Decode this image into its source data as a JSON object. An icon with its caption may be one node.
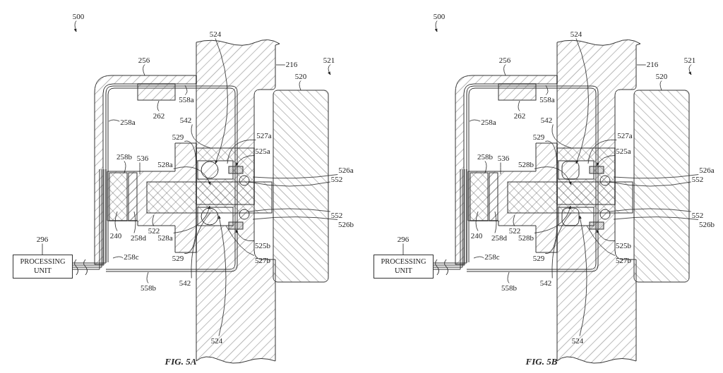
{
  "diagram": {
    "nodes": [
      {
        "text": [
          "500"
        ]
      },
      {
        "text": [
          "524"
        ]
      },
      {
        "text": [
          "256"
        ]
      },
      {
        "text": [
          "216"
        ]
      },
      {
        "text": [
          "521"
        ]
      },
      {
        "text": [
          "520"
        ]
      },
      {
        "text": [
          "558a"
        ]
      },
      {
        "text": [
          "262"
        ]
      },
      {
        "text": [
          "258a"
        ]
      },
      {
        "text": [
          "542"
        ]
      },
      {
        "text": [
          "529"
        ]
      },
      {
        "text": [
          "527a"
        ]
      },
      {
        "text": [
          "525a"
        ]
      },
      {
        "text": [
          "258b"
        ]
      },
      {
        "text": [
          "536"
        ]
      },
      {
        "text": [
          "528a"
        ]
      },
      {
        "text": [
          "526a"
        ]
      },
      {
        "text": [
          "552"
        ]
      },
      {
        "text": [
          "552"
        ]
      },
      {
        "text": [
          "526b"
        ]
      },
      {
        "text": [
          "522"
        ]
      },
      {
        "text": [
          "240"
        ]
      },
      {
        "text": [
          "258d"
        ]
      },
      {
        "text": [
          "528a"
        ]
      },
      {
        "text": [
          "525b"
        ]
      },
      {
        "text": [
          "296"
        ]
      },
      {
        "text": [
          "PROCESSING UNIT"
        ]
      },
      {
        "text": [
          "258c"
        ]
      },
      {
        "text": [
          "529"
        ]
      },
      {
        "text": [
          "527b"
        ]
      },
      {
        "text": [
          "558b"
        ]
      },
      {
        "text": [
          "542"
        ]
      },
      {
        "text": [
          "524"
        ]
      },
      {
        "text": [
          "500"
        ]
      },
      {
        "text": [
          "524"
        ]
      },
      {
        "text": [
          "256"
        ]
      },
      {
        "text": [
          "216"
        ]
      },
      {
        "text": [
          "521"
        ]
      },
      {
        "text": [
          "520"
        ]
      },
      {
        "text": [
          "558a"
        ]
      },
      {
        "text": [
          "262"
        ]
      },
      {
        "text": [
          "258a"
        ]
      },
      {
        "text": [
          "542"
        ]
      },
      {
        "text": [
          "529"
        ]
      },
      {
        "text": [
          "527a"
        ]
      },
      {
        "text": [
          "525a"
        ]
      },
      {
        "text": [
          "258b"
        ]
      },
      {
        "text": [
          "536"
        ]
      },
      {
        "text": [
          "528b"
        ]
      },
      {
        "text": [
          "526a"
        ]
      },
      {
        "text": [
          "552"
        ]
      },
      {
        "text": [
          "552"
        ]
      },
      {
        "text": [
          "526b"
        ]
      },
      {
        "text": [
          "522"
        ]
      },
      {
        "text": [
          "240"
        ]
      },
      {
        "text": [
          "258d"
        ]
      },
      {
        "text": [
          "528b"
        ]
      },
      {
        "text": [
          "525b"
        ]
      },
      {
        "text": [
          "296"
        ]
      },
      {
        "text": [
          "PROCESSING UNIT"
        ]
      },
      {
        "text": [
          "258c"
        ]
      },
      {
        "text": [
          "529"
        ]
      },
      {
        "text": [
          "527b"
        ]
      },
      {
        "text": [
          "558b"
        ]
      },
      {
        "text": [
          "542"
        ]
      },
      {
        "text": [
          "524"
        ]
      }
    ],
    "edges": [
      {
        "from": 0,
        "to": null,
        "arrow": "to"
      },
      {
        "from": 1,
        "to": null,
        "arrow": "to"
      },
      {
        "from": 2,
        "to": null,
        "arrow": "none"
      },
      {
        "from": 3,
        "to": null,
        "arrow": "none"
      },
      {
        "from": 4,
        "to": null,
        "arrow": "to"
      },
      {
        "from": 5,
        "to": null,
        "arrow": "none"
      },
      {
        "from": 6,
        "to": null,
        "arrow": "none"
      },
      {
        "from": 7,
        "to": null,
        "arrow": "none"
      },
      {
        "from": 8,
        "to": null,
        "arrow": "none"
      },
      {
        "from": 9,
        "to": null,
        "arrow": "none"
      },
      {
        "from": 10,
        "to": null,
        "arrow": "none"
      },
      {
        "from": 11,
        "to": null,
        "arrow": "none"
      },
      {
        "from": 12,
        "to": null,
        "arrow": "to"
      },
      {
        "from": 13,
        "to": null,
        "arrow": "none"
      },
      {
        "from": 14,
        "to": null,
        "arrow": "none"
      },
      {
        "from": 15,
        "to": null,
        "arrow": "to"
      },
      {
        "from": 16,
        "to": null,
        "arrow": "none"
      },
      {
        "from": 17,
        "to": null,
        "arrow": "none"
      },
      {
        "from": 18,
        "to": null,
        "arrow": "none"
      },
      {
        "from": 19,
        "to": null,
        "arrow": "none"
      },
      {
        "from": 20,
        "to": null,
        "arrow": "none"
      },
      {
        "from": 21,
        "to": null,
        "arrow": "none"
      },
      {
        "from": 22,
        "to": null,
        "arrow": "none"
      },
      {
        "from": 23,
        "to": null,
        "arrow": "to"
      },
      {
        "from": 24,
        "to": null,
        "arrow": "to"
      },
      {
        "from": 25,
        "to": 26,
        "arrow": "none"
      },
      {
        "from": 27,
        "to": null,
        "arrow": "none"
      },
      {
        "from": 28,
        "to": null,
        "arrow": "none"
      },
      {
        "from": 29,
        "to": null,
        "arrow": "none"
      },
      {
        "from": 30,
        "to": null,
        "arrow": "none"
      },
      {
        "from": 31,
        "to": null,
        "arrow": "none"
      },
      {
        "from": 32,
        "to": null,
        "arrow": "to"
      },
      {
        "from": 33,
        "to": null,
        "arrow": "to"
      },
      {
        "from": 34,
        "to": null,
        "arrow": "to"
      },
      {
        "from": 35,
        "to": null,
        "arrow": "none"
      },
      {
        "from": 36,
        "to": null,
        "arrow": "none"
      },
      {
        "from": 37,
        "to": null,
        "arrow": "to"
      },
      {
        "from": 38,
        "to": null,
        "arrow": "none"
      },
      {
        "from": 39,
        "to": null,
        "arrow": "none"
      },
      {
        "from": 40,
        "to": null,
        "arrow": "none"
      },
      {
        "from": 41,
        "to": null,
        "arrow": "none"
      },
      {
        "from": 42,
        "to": null,
        "arrow": "none"
      },
      {
        "from": 43,
        "to": null,
        "arrow": "none"
      },
      {
        "from": 44,
        "to": null,
        "arrow": "none"
      },
      {
        "from": 45,
        "to": null,
        "arrow": "to"
      },
      {
        "from": 46,
        "to": null,
        "arrow": "none"
      },
      {
        "from": 47,
        "to": null,
        "arrow": "none"
      },
      {
        "from": 48,
        "to": null,
        "arrow": "to"
      },
      {
        "from": 49,
        "to": null,
        "arrow": "none"
      },
      {
        "from": 50,
        "to": null,
        "arrow": "none"
      },
      {
        "from": 51,
        "to": null,
        "arrow": "none"
      },
      {
        "from": 52,
        "to": null,
        "arrow": "none"
      },
      {
        "from": 53,
        "to": null,
        "arrow": "none"
      },
      {
        "from": 54,
        "to": null,
        "arrow": "none"
      },
      {
        "from": 55,
        "to": null,
        "arrow": "none"
      },
      {
        "from": 56,
        "to": null,
        "arrow": "to"
      },
      {
        "from": 57,
        "to": null,
        "arrow": "to"
      },
      {
        "from": 58,
        "to": 59,
        "arrow": "none"
      },
      {
        "from": 60,
        "to": null,
        "arrow": "none"
      },
      {
        "from": 61,
        "to": null,
        "arrow": "none"
      },
      {
        "from": 62,
        "to": null,
        "arrow": "none"
      },
      {
        "from": 63,
        "to": null,
        "arrow": "none"
      },
      {
        "from": 64,
        "to": null,
        "arrow": "none"
      },
      {
        "from": 65,
        "to": null,
        "arrow": "to"
      }
    ],
    "labels": [
      "FIG. 5A",
      "FIG. 5B"
    ]
  }
}
